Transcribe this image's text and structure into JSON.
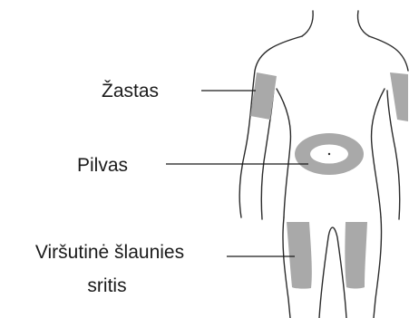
{
  "labels": {
    "upper_arm": "Žastas",
    "abdomen": "Pilvas",
    "thigh_line1": "Viršutinė šlaunies",
    "thigh_line2": "sritis"
  },
  "colors": {
    "region_fill": "#a9a9a9",
    "outline": "#2b2b2b",
    "text": "#1a1a1a",
    "background": "#ffffff"
  }
}
